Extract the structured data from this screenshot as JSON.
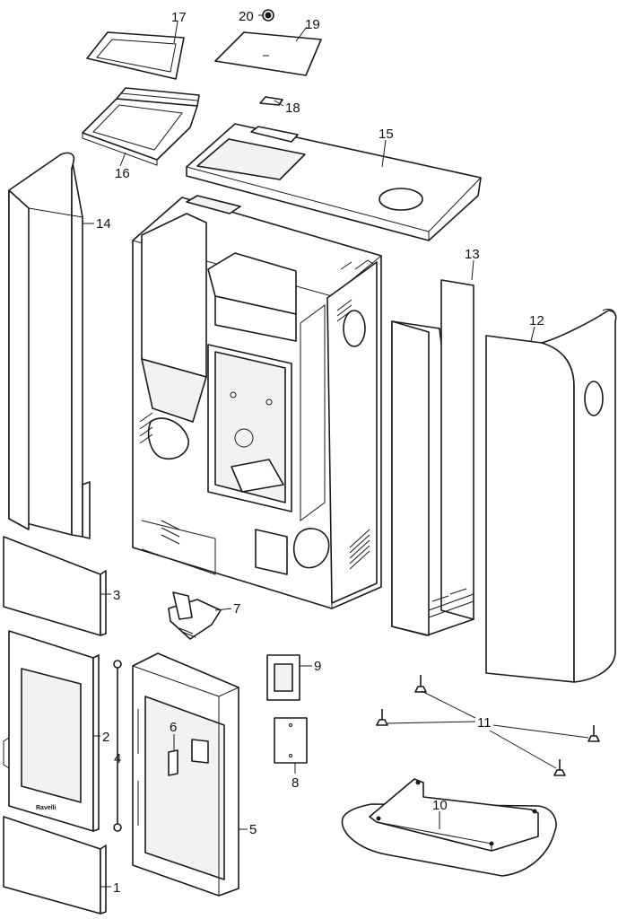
{
  "diagram": {
    "callouts": {
      "c1": "1",
      "c2": "2",
      "c3": "3",
      "c4": "4",
      "c5": "5",
      "c6": "6",
      "c7": "7",
      "c8": "8",
      "c9": "9",
      "c10": "10",
      "c11": "11",
      "c12": "12",
      "c13": "13",
      "c14": "14",
      "c15": "15",
      "c16": "16",
      "c17": "17",
      "c18": "18",
      "c19": "19",
      "c20": "20"
    },
    "door_brand_mark": "Ravelli"
  }
}
